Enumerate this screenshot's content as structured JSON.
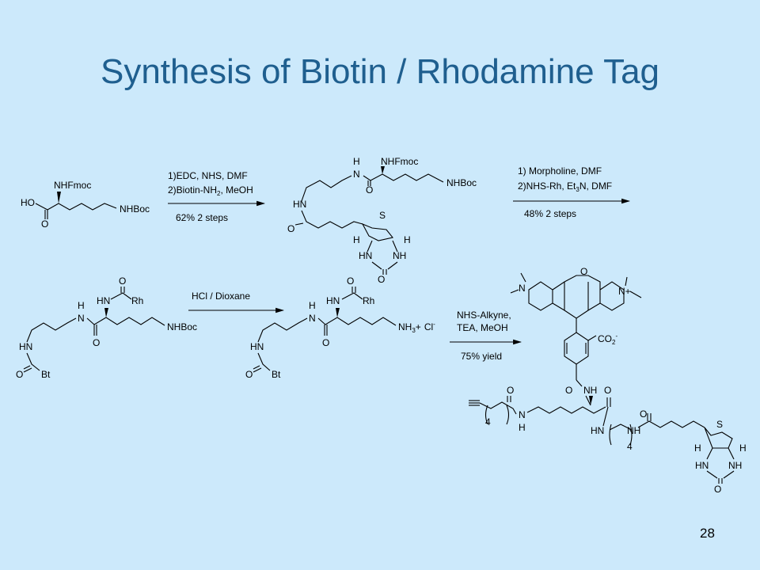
{
  "slide": {
    "title": "Synthesis of Biotin / Rhodamine Tag",
    "page_number": "28"
  },
  "step1": {
    "cond_line1": "1)EDC, NHS, DMF",
    "cond_line2": "2)Biotin-NH",
    "cond_line2_sub": "2",
    "cond_line2_rest": ", MeOH",
    "yield": "62% 2 steps"
  },
  "step2": {
    "cond_line1": "1) Morpholine, DMF",
    "cond_line2": "2)NHS-Rh, Et",
    "cond_line2_sub": "3",
    "cond_line2_rest": "N, DMF",
    "yield": "48% 2 steps"
  },
  "step3": {
    "cond": "HCl / Dioxane"
  },
  "step4": {
    "cond_line1": "NHS-Alkyne,",
    "cond_line2": "TEA, MeOH",
    "yield": "75% yield"
  },
  "labels": {
    "nhfmoc": "NHFmoc",
    "nhboc": "NHBoc",
    "ho": "HO",
    "o": "O",
    "h": "H",
    "n": "N",
    "hn": "HN",
    "nh": "NH",
    "s": "S",
    "rh": "Rh",
    "bt": "Bt",
    "nh3": "NH",
    "nh3_sub": "3",
    "plus": "+",
    "cl": "Cl",
    "cl_sup": "-",
    "co2": "CO",
    "co2_sub": "2",
    "co2_sup": "-",
    "nplus": "N+",
    "four": "4"
  }
}
